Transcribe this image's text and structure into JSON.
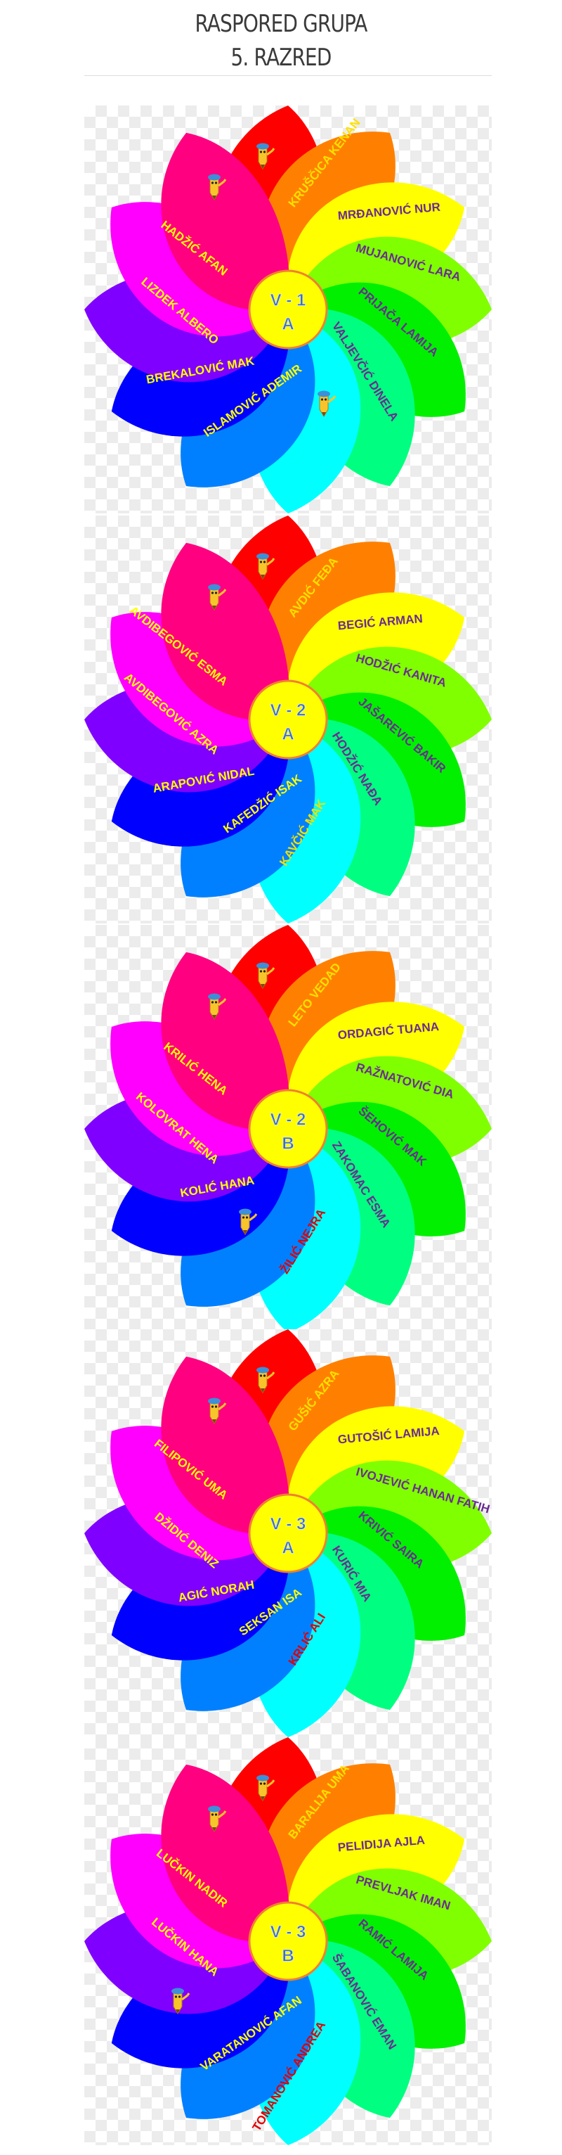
{
  "title": {
    "line1": "RASPORED GRUPA",
    "line2": "5. RAZRED"
  },
  "petal_colors": {
    "red": "#ff0000",
    "orange": "#ff8000",
    "yellow": "#ffff00",
    "lightgreen": "#80ff00",
    "green": "#00f000",
    "springgreen": "#00ff80",
    "cyan": "#00ffff",
    "azure": "#0080ff",
    "blue": "#0000ff",
    "violet": "#8000ff",
    "magenta": "#ff00ff",
    "deeppink": "#ff0080"
  },
  "center_colors": {
    "fill": "#ffff00",
    "border": "#f08030"
  },
  "flowers": [
    {
      "group": "V - 1",
      "section": "A",
      "mascots": [
        "red",
        "deeppink",
        "cyan"
      ],
      "students": [
        {
          "name": "KRUŠČICA KENAN",
          "petal": "orange",
          "color": "#ffe000"
        },
        {
          "name": "MRĐANOVIĆ NUR",
          "petal": "yellow",
          "color": "#6a2c91"
        },
        {
          "name": "MUJANOVIĆ LARA",
          "petal": "lightgreen",
          "color": "#6a2c91"
        },
        {
          "name": "PRIJAČA LAMIJA",
          "petal": "green",
          "color": "#6a2c91"
        },
        {
          "name": "VALJEVČIĆ DINELA",
          "petal": "springgreen",
          "color": "#6a2c91"
        },
        {
          "name": "ISLAMOVIĆ ADEMIR",
          "petal": "azure",
          "color": "#ffff00"
        },
        {
          "name": "BREKALOVIĆ MAK",
          "petal": "blue",
          "color": "#ffff00"
        },
        {
          "name": "LIZDEK ALBERO",
          "petal": "violet",
          "color": "#ffff00"
        },
        {
          "name": "HADŽIĆ AFAN",
          "petal": "magenta",
          "color": "#ffff00"
        }
      ]
    },
    {
      "group": "V - 2",
      "section": "A",
      "mascots": [
        "red",
        "deeppink"
      ],
      "students": [
        {
          "name": "AVDIĆ FEĐA",
          "petal": "orange",
          "color": "#ffe000"
        },
        {
          "name": "BEGIĆ ARMAN",
          "petal": "yellow",
          "color": "#6a2c91"
        },
        {
          "name": "HODŽIĆ KANITA",
          "petal": "lightgreen",
          "color": "#6a2c91"
        },
        {
          "name": "JAŠAREVIĆ BAKIR",
          "petal": "green",
          "color": "#6a2c91"
        },
        {
          "name": "HODŽIĆ NAĐA",
          "petal": "springgreen",
          "color": "#6a2c91"
        },
        {
          "name": "KAVČIĆ MAK",
          "petal": "cyan",
          "color": "#f0e000"
        },
        {
          "name": "KAFEDŽIĆ ISAK",
          "petal": "azure",
          "color": "#ffff00"
        },
        {
          "name": "ARAPOVIĆ NIDAL",
          "petal": "blue",
          "color": "#ffff00"
        },
        {
          "name": "AVDIBEGOVIĆ AZRA",
          "petal": "violet",
          "color": "#ffff00"
        },
        {
          "name": "AVDIBEGOVIĆ ESMA",
          "petal": "magenta",
          "color": "#ffff00"
        }
      ]
    },
    {
      "group": "V - 2",
      "section": "B",
      "mascots": [
        "red",
        "deeppink",
        "azure"
      ],
      "students": [
        {
          "name": "LETO VEDAD",
          "petal": "orange",
          "color": "#ffe000"
        },
        {
          "name": "ORDAGIĆ TUANA",
          "petal": "yellow",
          "color": "#6a2c91"
        },
        {
          "name": "RAŽNATOVIĆ DIA",
          "petal": "lightgreen",
          "color": "#6a2c91"
        },
        {
          "name": "ŠEHOVIĆ MAK",
          "petal": "green",
          "color": "#6a2c91"
        },
        {
          "name": "ZAKOMAC ESMA",
          "petal": "springgreen",
          "color": "#6a2c91"
        },
        {
          "name": "ŽILIĆ NEJRA",
          "petal": "cyan",
          "color": "#e00000"
        },
        {
          "name": "KOLIĆ HANA",
          "petal": "blue",
          "color": "#ffff00"
        },
        {
          "name": "KOLOVRAT HENA",
          "petal": "violet",
          "color": "#ffff00"
        },
        {
          "name": "KRILIĆ HENA",
          "petal": "magenta",
          "color": "#ffff00"
        }
      ]
    },
    {
      "group": "V - 3",
      "section": "A",
      "mascots": [
        "red",
        "deeppink"
      ],
      "students": [
        {
          "name": "GUŠIĆ AZRA",
          "petal": "orange",
          "color": "#ffe000"
        },
        {
          "name": "GUTOŠIĆ LAMIJA",
          "petal": "yellow",
          "color": "#6a2c91"
        },
        {
          "name": "IVOJEVIĆ HANAN FATIH",
          "petal": "lightgreen",
          "color": "#6a2c91"
        },
        {
          "name": "KRIVIĆ SAIRA",
          "petal": "green",
          "color": "#6a2c91"
        },
        {
          "name": "KURIĆ MIA",
          "petal": "springgreen",
          "color": "#6a2c91"
        },
        {
          "name": "KRLIĆ ALI",
          "petal": "cyan",
          "color": "#e00000"
        },
        {
          "name": "SEKSAN ISA",
          "petal": "azure",
          "color": "#ffff00"
        },
        {
          "name": "AGIĆ NORAH",
          "petal": "blue",
          "color": "#ffff00"
        },
        {
          "name": "DŽIDIĆ DENIZ",
          "petal": "violet",
          "color": "#ffff00"
        },
        {
          "name": "FILIPOVIĆ UMA",
          "petal": "magenta",
          "color": "#ffff00"
        }
      ]
    },
    {
      "group": "V - 3",
      "section": "B",
      "mascots": [
        "red",
        "deeppink",
        "blue"
      ],
      "students": [
        {
          "name": "BARALIJA UMA",
          "petal": "orange",
          "color": "#ffe000"
        },
        {
          "name": "PELIDIJA AJLA",
          "petal": "yellow",
          "color": "#6a2c91"
        },
        {
          "name": "PREVLJAK IMAN",
          "petal": "lightgreen",
          "color": "#6a2c91"
        },
        {
          "name": "RAMIĆ LAMIJA",
          "petal": "green",
          "color": "#6a2c91"
        },
        {
          "name": "ŠABANOVIĆ EMAN",
          "petal": "springgreen",
          "color": "#6a2c91"
        },
        {
          "name": "TOMANOVIĆ ANDREA",
          "petal": "cyan",
          "color": "#e00000"
        },
        {
          "name": "VARATANOVIĆ AFAN",
          "petal": "azure",
          "color": "#ffff00"
        },
        {
          "name": "LUČKIN HANA",
          "petal": "violet",
          "color": "#ffff00"
        },
        {
          "name": "LUČKIN NADIR",
          "petal": "magenta",
          "color": "#ffff00"
        }
      ]
    }
  ]
}
